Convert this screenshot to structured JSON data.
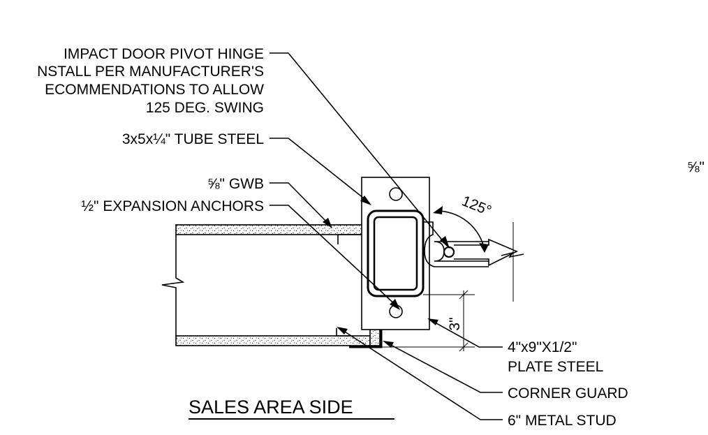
{
  "title": "SALES AREA SIDE",
  "labels": {
    "hinge_1": "IMPACT DOOR PIVOT HINGE",
    "hinge_2": "NSTALL PER MANUFACTURER'S",
    "hinge_3": "ECOMMENDATIONS TO ALLOW",
    "hinge_4": "125 DEG. SWING",
    "tube_steel": "3x5x¼\" TUBE STEEL",
    "gwb": "⅝\" GWB",
    "anchors": "½\" EXPANSION ANCHORS",
    "plate_1": "4\"x9\"X1/2\"",
    "plate_2": "PLATE STEEL",
    "corner_guard": "CORNER GUARD",
    "metal_stud": "6\" METAL STUD",
    "right_edge": "⅝\""
  },
  "dimensions": {
    "angle": "125°",
    "plate_offset": "3\""
  }
}
